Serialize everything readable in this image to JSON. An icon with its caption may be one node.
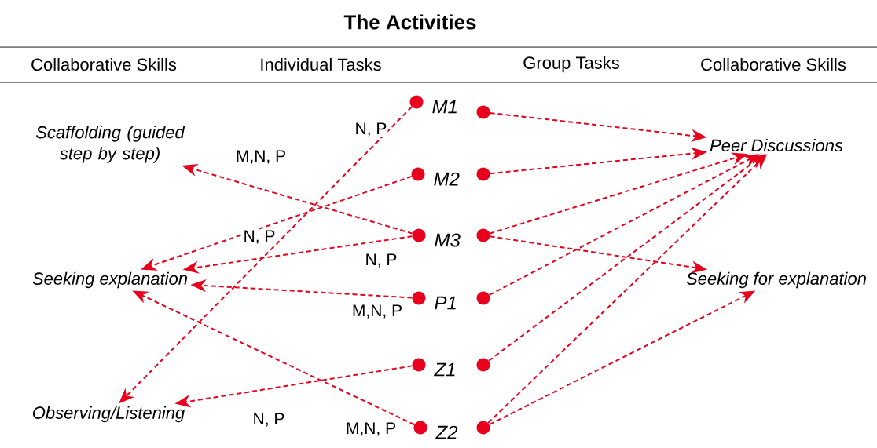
{
  "diagram": {
    "title": "The Activities",
    "nodes": [
      {
        "text": [
          "Scaffolding (guided step by step)"
        ]
      },
      {
        "text": [
          "Seeking explanation"
        ]
      },
      {
        "text": [
          "Observing/Listening"
        ]
      },
      {
        "text": [
          "Peer Discussions"
        ]
      },
      {
        "text": [
          "Seeking for explanation"
        ]
      },
      {
        "text": [],
        "shape": "circle",
        "beside": [
          "M1"
        ]
      },
      {
        "text": [],
        "shape": "circle",
        "beside": [
          "M2"
        ]
      },
      {
        "text": [],
        "shape": "circle",
        "beside": [
          "M3"
        ]
      },
      {
        "text": [],
        "shape": "circle",
        "beside": [
          "P1"
        ]
      },
      {
        "text": [],
        "shape": "circle",
        "beside": [
          "Z1"
        ]
      },
      {
        "text": [],
        "shape": "circle",
        "beside": [
          "Z2"
        ]
      },
      {
        "text": [],
        "shape": "circle"
      },
      {
        "text": [],
        "shape": "circle"
      },
      {
        "text": [],
        "shape": "circle"
      },
      {
        "text": [],
        "shape": "circle"
      },
      {
        "text": [],
        "shape": "circle"
      },
      {
        "text": [],
        "shape": "circle"
      }
    ],
    "edges": [
      {
        "from": 5,
        "to": 2,
        "arrow": "to",
        "label": "N, P",
        "style": "dashed"
      },
      {
        "from": 6,
        "to": 1,
        "arrow": "to",
        "label": "N, P",
        "style": "dashed"
      },
      {
        "from": 7,
        "to": 0,
        "arrow": "to",
        "label": "M,N, P",
        "style": "dashed"
      },
      {
        "from": 7,
        "to": 1,
        "arrow": "to",
        "label": "N, P",
        "style": "dashed"
      },
      {
        "from": 8,
        "to": 1,
        "arrow": "to",
        "label": "M,N, P",
        "style": "dashed"
      },
      {
        "from": 9,
        "to": 2,
        "arrow": "to",
        "label": "N, P",
        "style": "dashed"
      },
      {
        "from": 10,
        "to": 1,
        "arrow": "to",
        "label": "M,N, P",
        "style": "dashed"
      },
      {
        "from": 11,
        "to": 3,
        "arrow": "to",
        "style": "dashed"
      },
      {
        "from": 12,
        "to": 3,
        "arrow": "to",
        "style": "dashed"
      },
      {
        "from": 13,
        "to": 3,
        "arrow": "to",
        "style": "dashed"
      },
      {
        "from": 13,
        "to": 4,
        "arrow": "to",
        "style": "dashed"
      },
      {
        "from": 14,
        "to": 3,
        "arrow": "to",
        "style": "dashed"
      },
      {
        "from": 15,
        "to": 3,
        "arrow": "to",
        "style": "dashed"
      },
      {
        "from": 16,
        "to": 3,
        "arrow": "to",
        "style": "dashed"
      },
      {
        "from": 16,
        "to": 4,
        "arrow": "to",
        "style": "dashed"
      }
    ],
    "labels": [
      "Collaborative Skills",
      "Individual Tasks",
      "Group Tasks",
      "Collaborative Skills"
    ]
  }
}
